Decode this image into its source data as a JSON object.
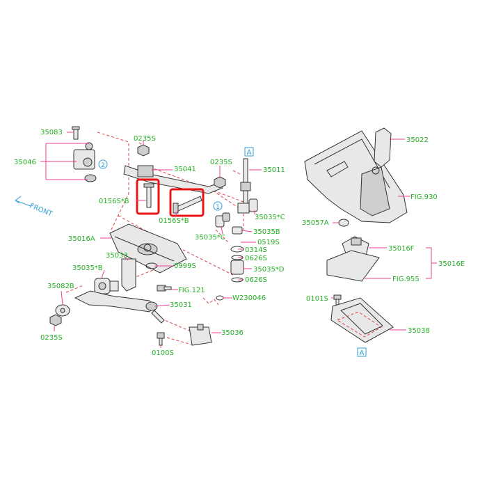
{
  "colors": {
    "label": "#22b022",
    "leader": "#ee3d8f",
    "hidden_line": "#e24040",
    "ink": "#333333",
    "highlight": "#e81515",
    "marker": "#2f9fd6"
  },
  "labels": {
    "l35083": "35083",
    "l35046": "35046",
    "l0235s_a": "0235S",
    "l35041": "35041",
    "l0235s_b": "0235S",
    "l35011": "35011",
    "l0156sb_a": "0156S*B",
    "l0156sb_b": "0156S*B",
    "l35035c_a": "35035*C",
    "l35035c_b": "35035*C",
    "l35035b_a": "35035B",
    "l0519s": "0519S",
    "l0314s": "0314S",
    "l0626s_a": "0626S",
    "l35035d": "35035*D",
    "l0626s_b": "0626S",
    "l35016a": "35016A",
    "l35033": "35033",
    "l35035b_star": "35035*B",
    "l0999s": "0999S",
    "l35082b": "35082B",
    "lfig121": "FIG.121",
    "l35031": "35031",
    "lw230046": "W230046",
    "l0235s_c": "0235S",
    "l35036": "35036",
    "l0100s": "0100S",
    "l35022": "35022",
    "lfig930": "FIG.930",
    "l35057a": "35057A",
    "l35016f": "35016F",
    "l35016e": "35016E",
    "lfig955": "FIG.955",
    "l0101s": "0101S",
    "l35038": "35038",
    "front": "FRONT",
    "marker_a_top": "A",
    "marker_a_bottom": "A",
    "circle_2": "2",
    "circle_1": "1"
  }
}
